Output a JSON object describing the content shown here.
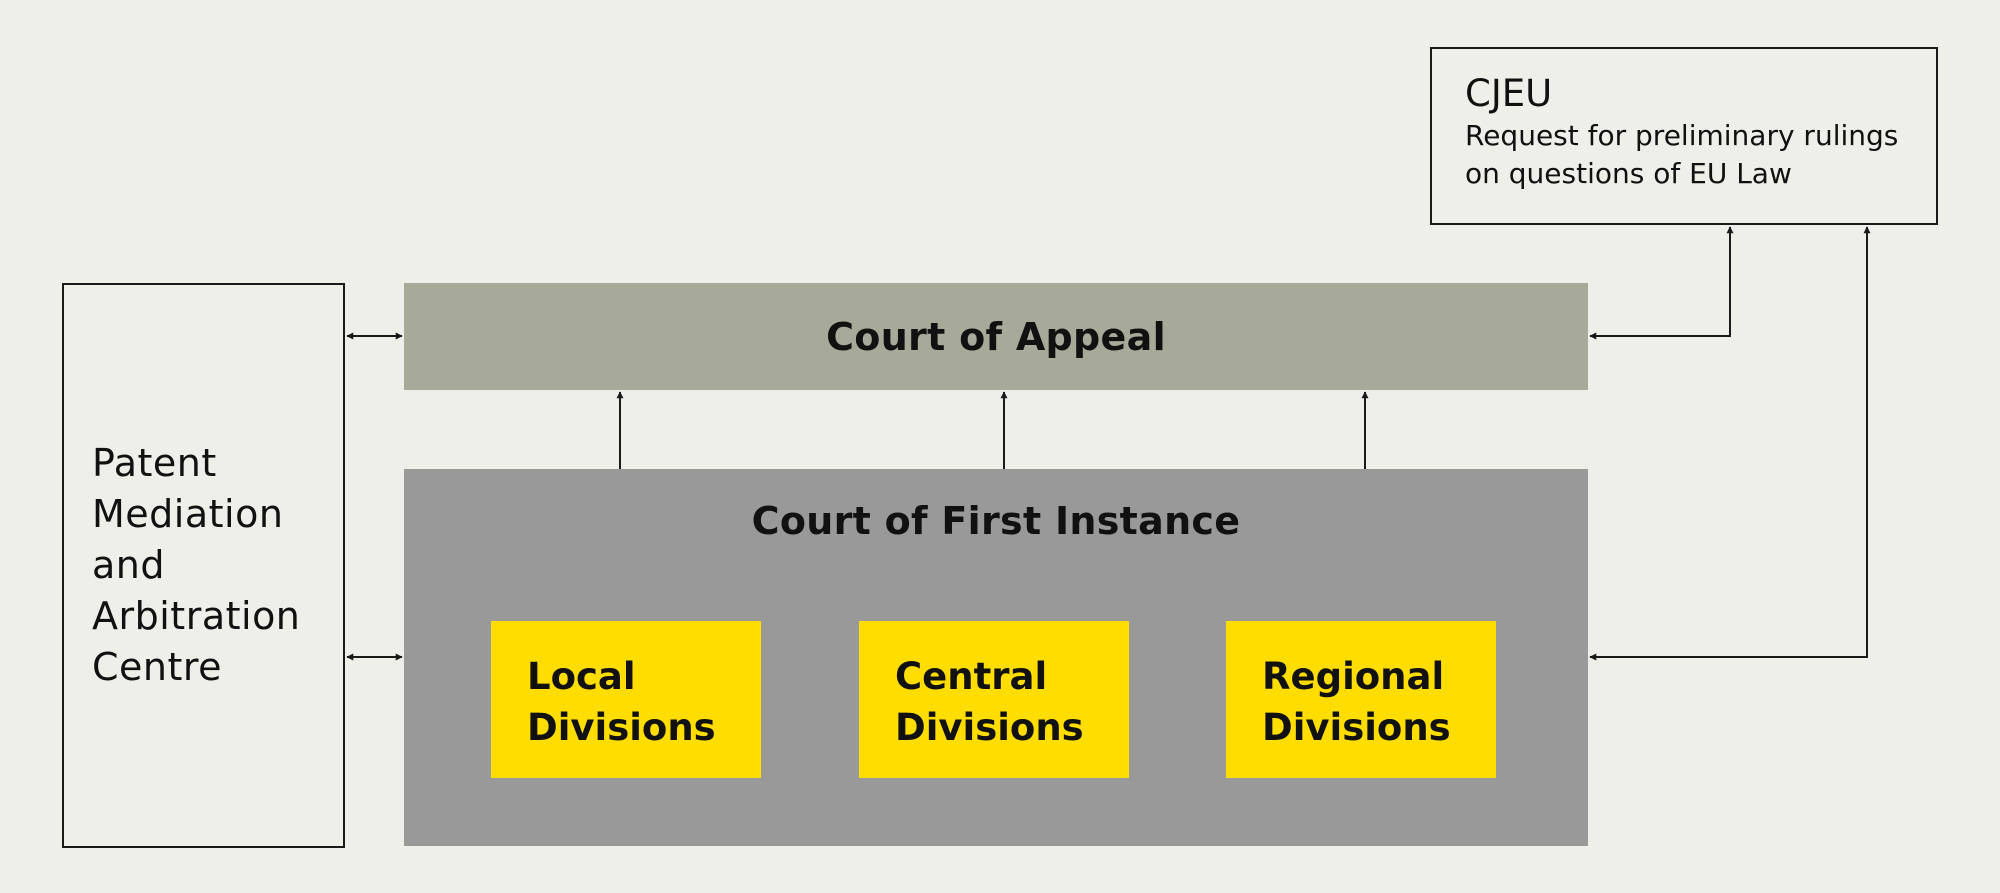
{
  "diagram": {
    "pmac": {
      "label": "Patent Mediation and Arbitration Centre"
    },
    "cjeu": {
      "title": "CJEU",
      "description": "Request for preliminary rulings on questions of EU Law"
    },
    "court_of_appeal": {
      "label": "Court of Appeal"
    },
    "court_of_first_instance": {
      "label": "Court of First Instance",
      "divisions": [
        {
          "label": "Local Divisions"
        },
        {
          "label": "Central Divisions"
        },
        {
          "label": "Regional Divisions"
        }
      ]
    },
    "colors": {
      "background": "#efefea",
      "court_of_appeal": "#a8aa99",
      "court_of_first_instance": "#999999",
      "division": "#ffdd00",
      "line": "#1a1a1a"
    }
  }
}
